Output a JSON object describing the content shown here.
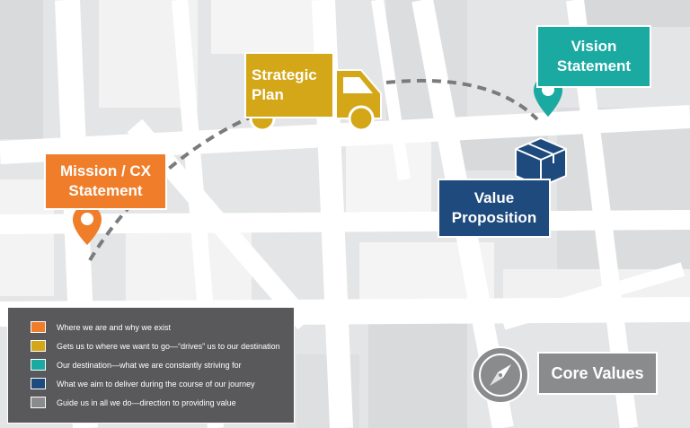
{
  "nodes": {
    "mission": {
      "lines": [
        "Mission / CX",
        "Statement"
      ],
      "color": "#f07d2a"
    },
    "strategic": {
      "lines": [
        "Strategic",
        "Plan"
      ],
      "color": "#d4a718"
    },
    "vision": {
      "lines": [
        "Vision",
        "Statement"
      ],
      "color": "#1aaaa2"
    },
    "value": {
      "lines": [
        "Value",
        "Proposition"
      ],
      "color": "#1e4a7d"
    },
    "core": {
      "label": "Core Values",
      "color": "#8a8b8d"
    }
  },
  "icons": [
    "map-pin-icon",
    "delivery-truck-icon",
    "package-box-icon",
    "compass-icon"
  ],
  "legend": {
    "items": [
      {
        "color": "#f07d2a",
        "text": "Where we are and why we exist"
      },
      {
        "color": "#d4a718",
        "text": "Gets us to where we want to go—“drives” us to our destination"
      },
      {
        "color": "#1aaaa2",
        "text": "Our destination—what we are constantly striving for"
      },
      {
        "color": "#1e4a7d",
        "text": "What we aim to deliver during the course of our journey"
      },
      {
        "color": "#8a8b8d",
        "text": "Guide us in all we do—direction to providing value"
      }
    ]
  }
}
